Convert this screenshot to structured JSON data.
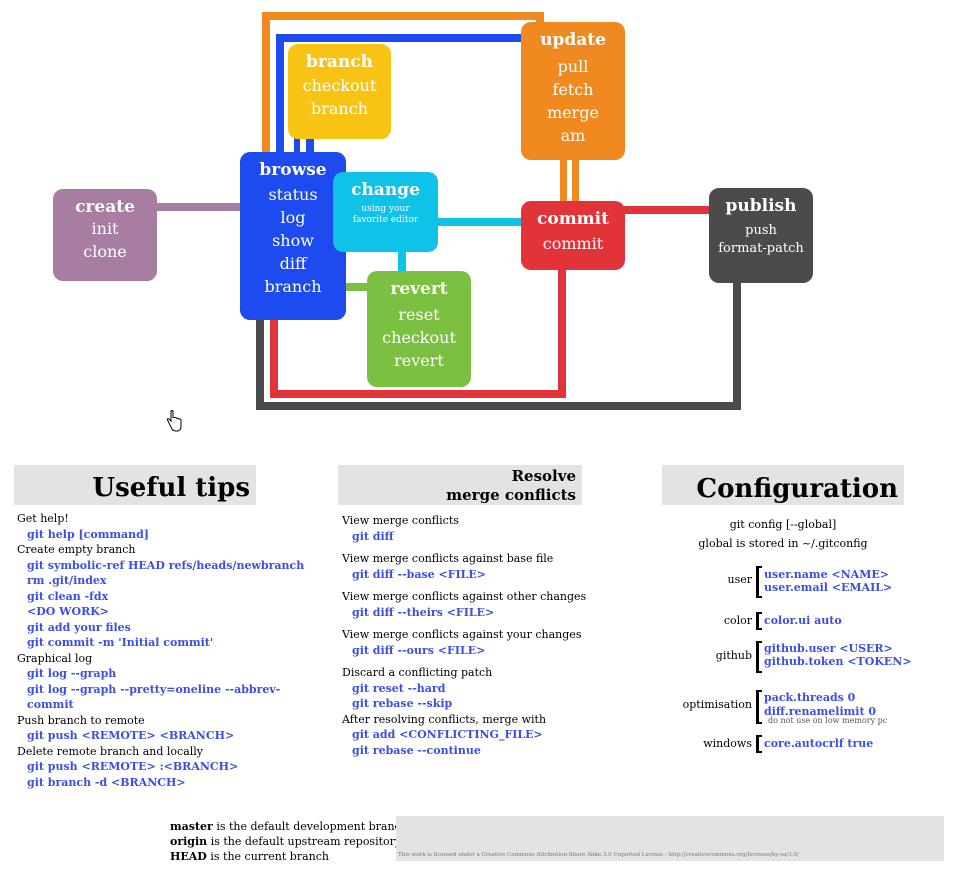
{
  "diagram": {
    "create": {
      "title": "create",
      "items": [
        "init",
        "clone"
      ],
      "color": "#a77da1"
    },
    "browse": {
      "title": "browse",
      "items": [
        "status",
        "log",
        "show",
        "diff",
        "branch"
      ],
      "color": "#1e4bf0"
    },
    "branch": {
      "title": "branch",
      "items": [
        "checkout",
        "branch"
      ],
      "color": "#f9c314"
    },
    "change": {
      "title": "change",
      "items": [
        "using your",
        "favorite editor"
      ],
      "color": "#0ec2e8"
    },
    "update": {
      "title": "update",
      "items": [
        "pull",
        "fetch",
        "merge",
        "am"
      ],
      "color": "#f08a20"
    },
    "commit": {
      "title": "commit",
      "items": [
        "commit"
      ],
      "color": "#e23338"
    },
    "publish": {
      "title": "publish",
      "items": [
        "push",
        "format-patch"
      ],
      "color": "#4b4b4b"
    },
    "revert": {
      "title": "revert",
      "items": [
        "reset",
        "checkout",
        "revert"
      ],
      "color": "#7bbf43"
    }
  },
  "tips": {
    "title": "Useful tips",
    "groups": [
      {
        "label": "Get help!",
        "cmds": [
          "git help [command]"
        ]
      },
      {
        "label": "Create empty branch",
        "cmds": [
          "git symbolic-ref HEAD refs/heads/newbranch",
          "rm .git/index",
          "git clean -fdx",
          "<DO WORK>",
          "git add your files",
          "git commit -m 'Initial commit'"
        ]
      },
      {
        "label": "Graphical log",
        "cmds": [
          "git log --graph",
          "git log --graph --pretty=oneline --abbrev-commit"
        ]
      },
      {
        "label": "Push branch to remote",
        "cmds": [
          "git push <REMOTE> <BRANCH>"
        ]
      },
      {
        "label": "Delete remote branch and locally",
        "cmds": [
          "git push <REMOTE> :<BRANCH>",
          "git branch -d <BRANCH>"
        ]
      }
    ]
  },
  "merge": {
    "title_line1": "Resolve",
    "title_line2": "merge conflicts",
    "groups": [
      {
        "label": "View merge conflicts",
        "cmds": [
          "git diff"
        ]
      },
      {
        "label": "View merge conflicts against base file",
        "cmds": [
          "git diff --base <FILE>"
        ]
      },
      {
        "label": "View merge conflicts against other changes",
        "cmds": [
          "git diff --theirs <FILE>"
        ]
      },
      {
        "label": "View merge conflicts against your changes",
        "cmds": [
          "git diff --ours <FILE>"
        ]
      },
      {
        "label": "Discard a conflicting patch",
        "cmds": [
          "git reset --hard",
          "git rebase --skip"
        ]
      },
      {
        "label": "After resolving conflicts, merge with",
        "cmds": [
          "git add <CONFLICTING_FILE>",
          "git rebase --continue"
        ]
      }
    ]
  },
  "config": {
    "title": "Configuration",
    "line1": "git config [--global]",
    "line2": "global is stored in ~/.gitconfig",
    "rows": [
      {
        "label": "user",
        "values": [
          "user.name <NAME>",
          "user.email <EMAIL>"
        ],
        "note": ""
      },
      {
        "label": "color",
        "values": [
          "color.ui auto"
        ],
        "note": ""
      },
      {
        "label": "github",
        "values": [
          "github.user <USER>",
          "github.token <TOKEN>"
        ],
        "note": ""
      },
      {
        "label": "optimisation",
        "values": [
          "pack.threads 0",
          "diff.renamelimit 0"
        ],
        "note": "do not use on low memory pc"
      },
      {
        "label": "windows",
        "values": [
          "core.autocrlf true"
        ],
        "note": ""
      }
    ]
  },
  "footer": {
    "terms": [
      {
        "term": "master",
        "desc": "is the default development branch"
      },
      {
        "term": "origin",
        "desc": "is the default upstream repository"
      },
      {
        "term": "HEAD",
        "desc": "is the current branch"
      }
    ],
    "license": "This work is licensed under a Creative Commons Attribution-Share Alike 3.0 Unported License : http://creativecommons.org/licenses/by-sa/3.0/"
  }
}
